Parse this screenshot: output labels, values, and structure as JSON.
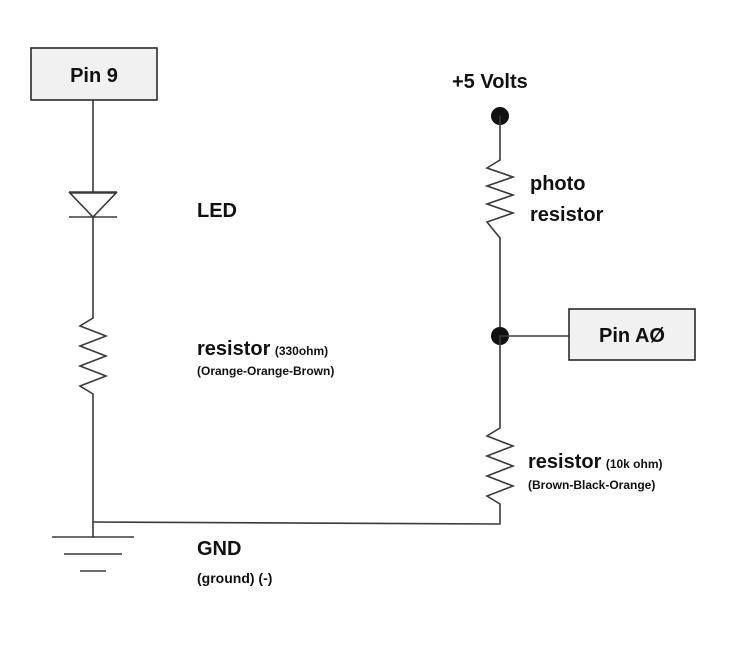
{
  "pins": {
    "pin9": "Pin 9",
    "pin_a0": "Pin AØ"
  },
  "labels": {
    "supply": "+5 Volts",
    "led": "LED",
    "photo_line1": "photo",
    "photo_line2": "resistor",
    "r1_name": "resistor",
    "r1_value": "(330ohm)",
    "r1_colors": "(Orange-Orange-Brown)",
    "r2_name": "resistor",
    "r2_value": "(10k ohm)",
    "r2_colors": "(Brown-Black-Orange)",
    "gnd": "GND",
    "gnd_sub": "(ground) (-)"
  }
}
